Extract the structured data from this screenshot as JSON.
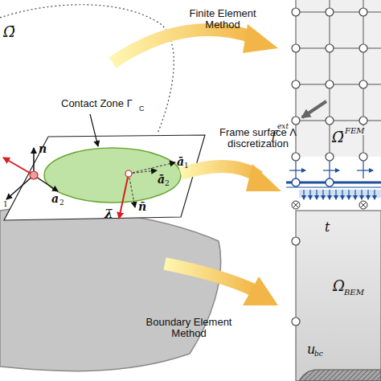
{
  "diagram": {
    "nodes": [
      {
        "text": [
          "Ω̄",
          "FEM"
        ]
      },
      {
        "text": [
          "Ω",
          "BEM"
        ]
      }
    ],
    "labels": [
      "Finite Element Method",
      "Frame surface Λ discretization",
      "Boundary Element Method",
      "Contact Zone Γ",
      "C",
      "n",
      "a",
      "2",
      "ā",
      "2",
      "ā",
      "1",
      "λ̄",
      "n̄",
      "1",
      "Ω̄",
      "f",
      "ext",
      "t",
      "u",
      "bc"
    ]
  }
}
